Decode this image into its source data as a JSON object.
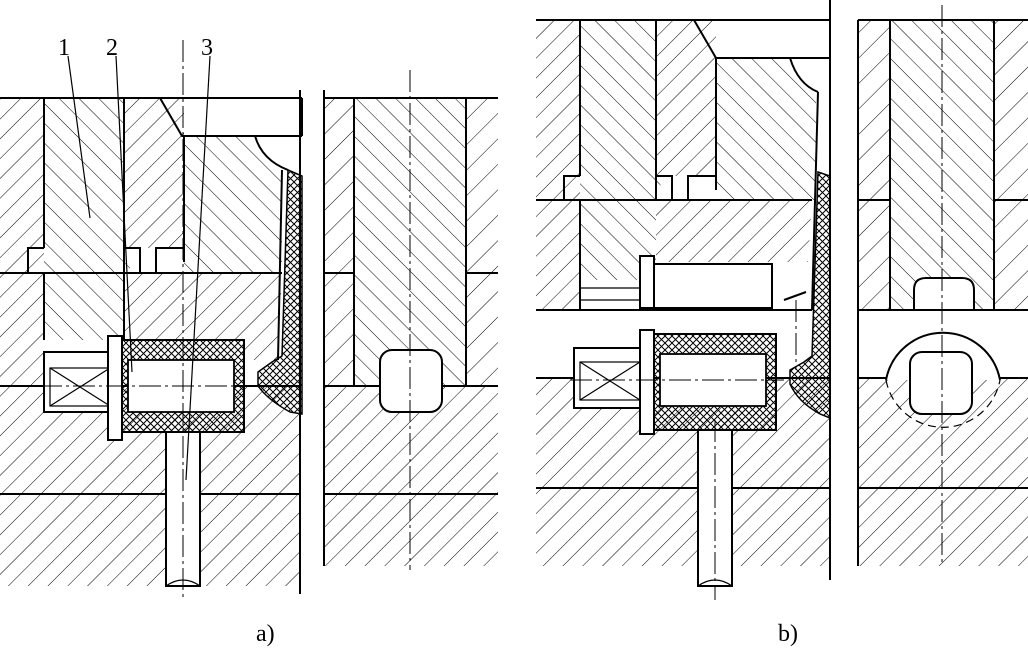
{
  "figure": {
    "part_labels": [
      "1",
      "2",
      "3"
    ],
    "captions": {
      "a": "a)",
      "b": "b)"
    }
  },
  "colors": {
    "ink": "#000000",
    "paper": "#ffffff"
  }
}
